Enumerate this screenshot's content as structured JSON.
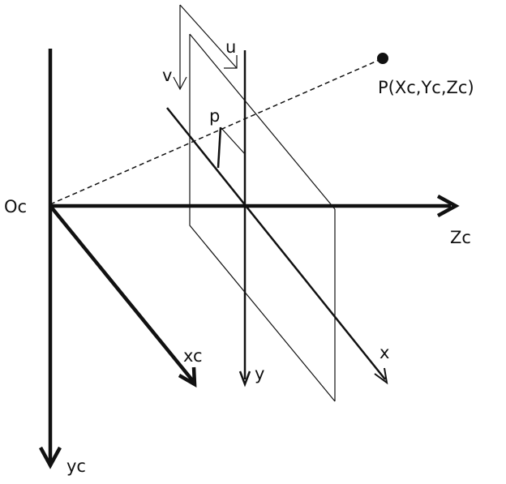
{
  "diagram": {
    "labels": {
      "oc": "Oc",
      "zc": "Zc",
      "xc": "xc",
      "yc": "yc",
      "u": "u",
      "v": "v",
      "p": "p",
      "x": "x",
      "y": "y",
      "point": "P(Xc,Yc,Zc)"
    },
    "colors": {
      "stroke": "#111111",
      "background": "#ffffff"
    }
  }
}
